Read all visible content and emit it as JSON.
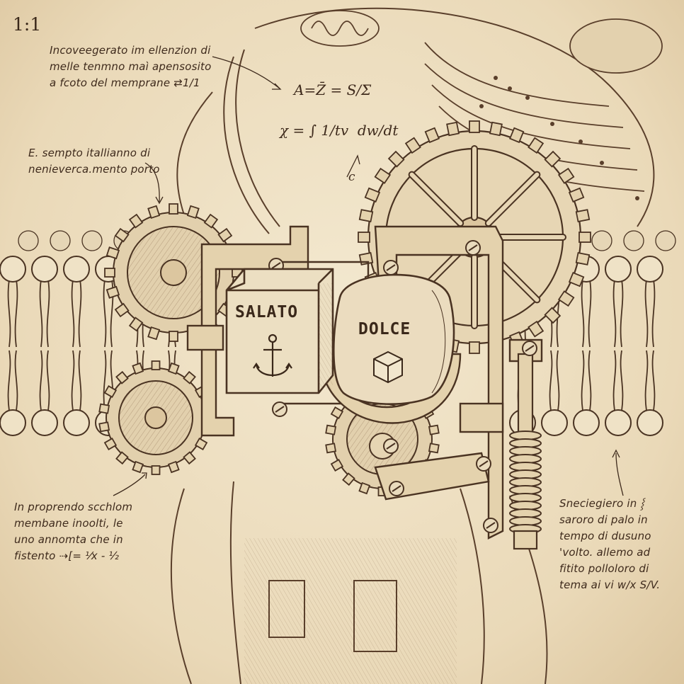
{
  "scale_label": "1:1",
  "notes": {
    "top_left": "Incoveegerato im ellenzion di\nmelle tenmno maì apensosito\na fcoto del memprane ⇄1/1",
    "mid_left": "E. sempto itallianno di\nnenieverca.mento porto",
    "bottom_left": "In proprendo scchlom\nmembane inoolti, le\nuno annomta che in\nfistento ⇢[= ⅟x - ½",
    "bottom_right": "Sneciegiero in ⸾\nsaroro di palo in\ntempo di dusuno\n'volto. allemo ad\nfitito polloloro di\ntema ai vi w/x S/V."
  },
  "formulas": {
    "line1": "A=Z̄ = S/Σ",
    "line2": "χ = ∫ 1/tv  dw/dt",
    "mark_c": "c"
  },
  "boxes": {
    "salty_label": "SALATO",
    "sweet_label": "DOLCE"
  },
  "colors": {
    "ink": "#4a3322",
    "paper": "#efe2c6",
    "shadow": "#c9b089"
  },
  "icons": [
    "anchor-icon",
    "cube-icon",
    "gear-icon",
    "spring-icon",
    "screw-icon"
  ]
}
